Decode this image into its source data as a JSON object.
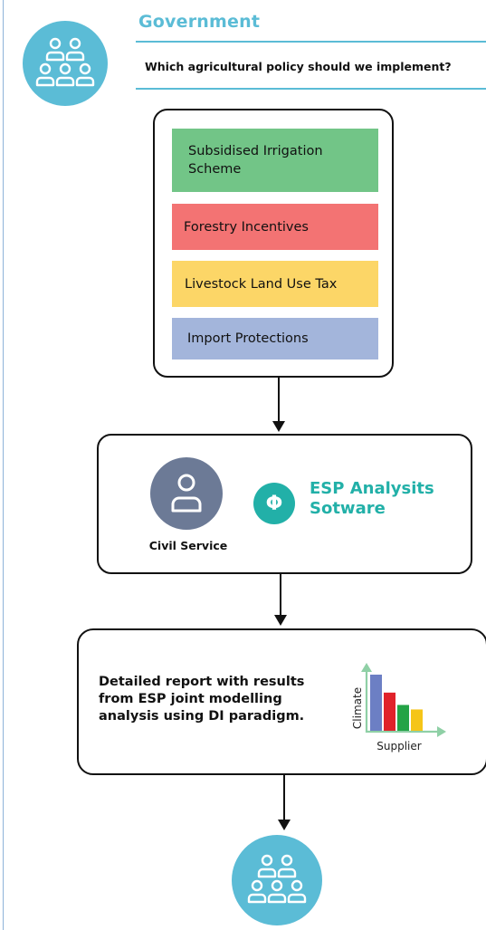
{
  "header": {
    "title": "Government",
    "question": "Which agricultural policy should we implement?"
  },
  "policy_options": [
    {
      "label": "Subsidised Irrigation Scheme",
      "color": "#72c587"
    },
    {
      "label": "Forestry Incentives",
      "color": "#f37373"
    },
    {
      "label": "Livestock Land Use Tax",
      "color": "#fcd667"
    },
    {
      "label": "Import Protections",
      "color": "#a3b5db"
    }
  ],
  "civil_service": {
    "label": "Civil Service",
    "software_line1": "ESP Analysits",
    "software_line2": "Sotware",
    "logo_glyph": "Φ"
  },
  "report": {
    "text": "Detailed report with results from ESP joint modelling analysis using DI paradigm.",
    "chart_ylabel": "Climate",
    "chart_xlabel": "Supplier",
    "bar_colors": [
      "#6c7fc4",
      "#e0222a",
      "#23a346",
      "#f5c518"
    ],
    "bar_levels": [
      1.0,
      0.68,
      0.46,
      0.38
    ]
  },
  "colors": {
    "accent": "#5bbcd6",
    "civil_circle": "#6c7a96",
    "esp_teal": "#22b0a8"
  }
}
